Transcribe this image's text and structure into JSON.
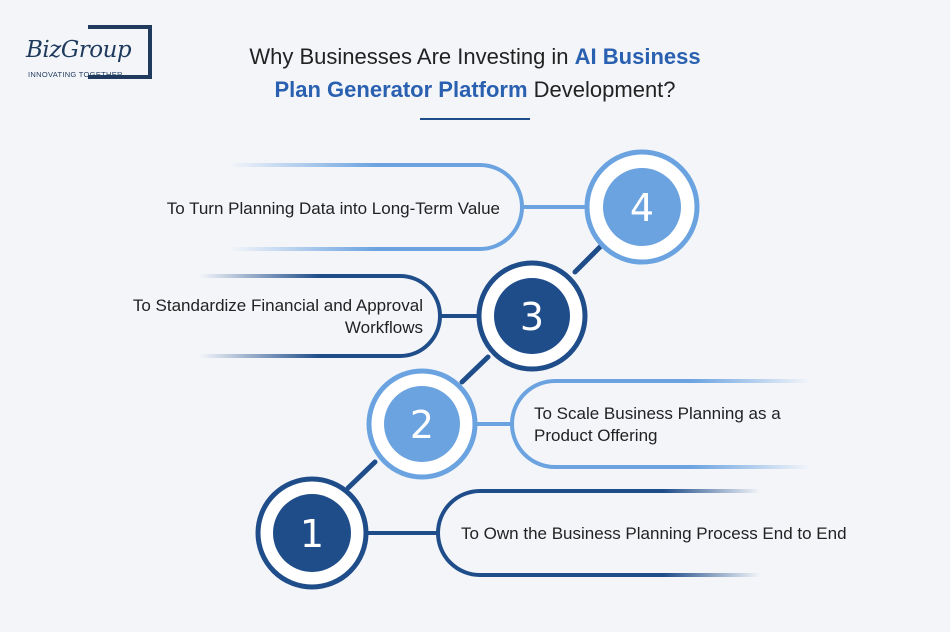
{
  "logo": {
    "name": "BizGroup",
    "tagline": "INNOVATING TOGETHER"
  },
  "title": {
    "part1": "Why Businesses Are Investing in ",
    "highlight1": "AI Business",
    "highlight2": "Plan Generator Platform",
    "part2": " Development?"
  },
  "steps": [
    {
      "number": "1",
      "label": "To Own the Business Planning Process End to End"
    },
    {
      "number": "2",
      "label": "To Scale Business Planning as a Product Offering"
    },
    {
      "number": "3",
      "label": "To Standardize Financial and Approval Workflows"
    },
    {
      "number": "4",
      "label": "To Turn Planning Data into Long-Term Value"
    }
  ],
  "colors": {
    "background": "#f3f5f9",
    "navy": "#1f3a5c",
    "dark_blue": "#1f4d8a",
    "mid_blue": "#3b78c9",
    "light_blue": "#6ba3e0",
    "title_highlight": "#2a60b0"
  }
}
